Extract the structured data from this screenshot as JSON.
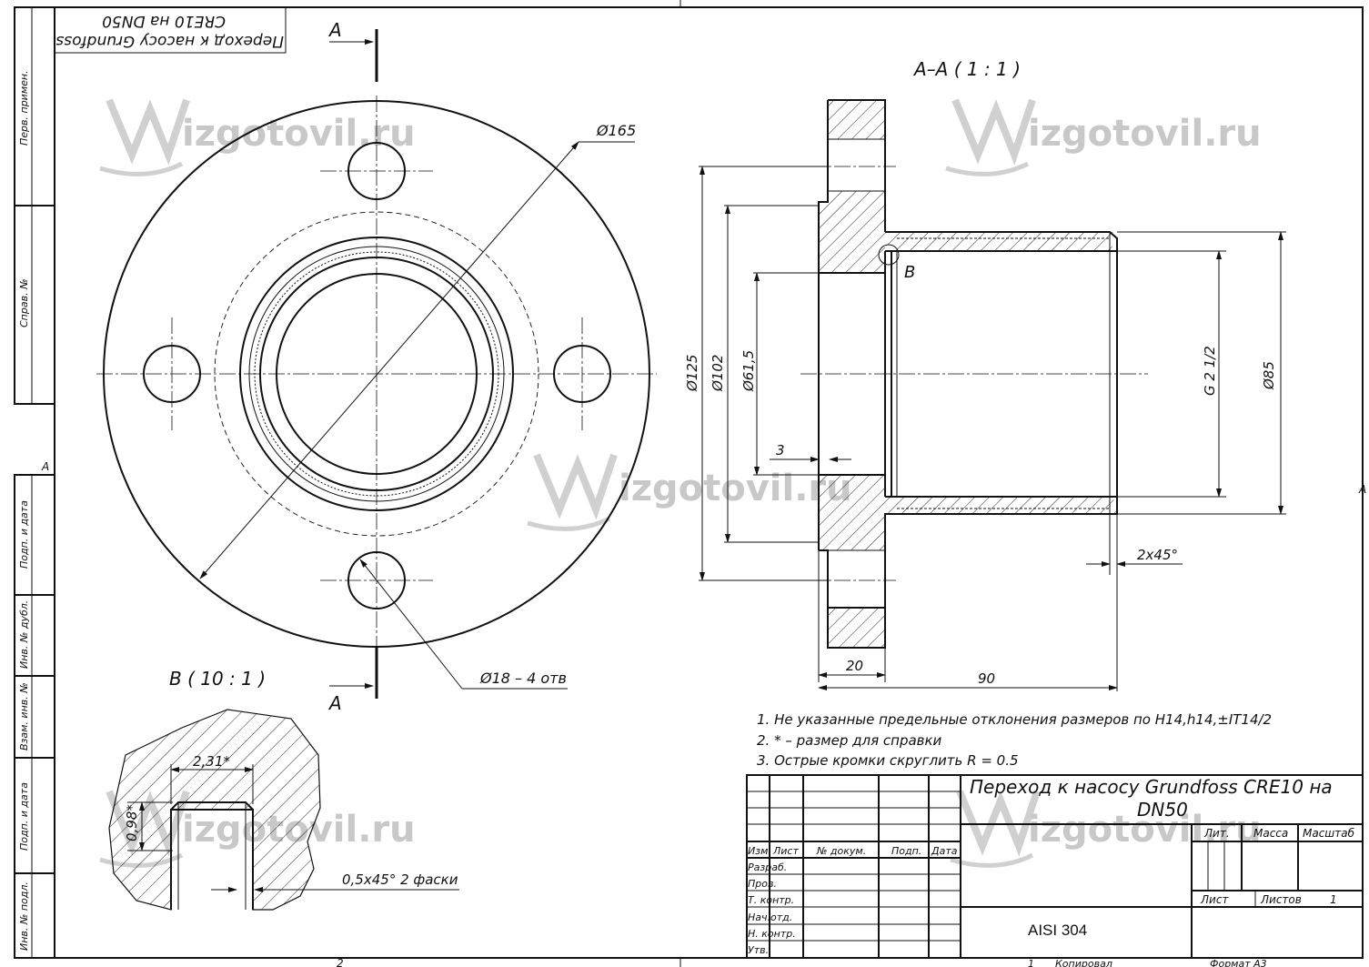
{
  "drawing": {
    "title_stamp": "Переход к насосу Grundfoss CRE10 на DN50",
    "title_stamp_line1": "Переход к насосу Grundfoss",
    "title_stamp_line2": "CRE10 на DN50",
    "section_label": "A–A ( 1 : 1 )",
    "detail_label": "B ( 10 : 1 )",
    "cut_marker_top": "A",
    "cut_marker_bottom": "A",
    "detail_marker": "B",
    "frame_letter_left": "A",
    "frame_letter_right": "A",
    "frame_number_bottom_left": "2",
    "frame_number_bottom_right": "1"
  },
  "watermark": {
    "text": "izgotovil.ru"
  },
  "side_stamps": [
    "Перв. примен.",
    "Справ. №",
    "Подп. и дата",
    "Инв. № дубл.",
    "Взам. инв. №",
    "Подп. и дата",
    "Инв. № подл."
  ],
  "dimensions": {
    "front": {
      "d165": "Ø165",
      "d18": "Ø18 – 4 отв"
    },
    "section": {
      "d125": "Ø125",
      "d102": "Ø102",
      "d61_5": "Ø61,5",
      "g": "G 2 1/2",
      "d85": "Ø85",
      "three": "3",
      "chamfer": "2x45°",
      "twenty": "20",
      "ninety": "90"
    },
    "detail": {
      "width": "2,31*",
      "depth": "0,98*",
      "chamfers": "0,5x45° 2 фаски"
    }
  },
  "notes": [
    "1. Не указанные предельные отклонения размеров по H14,h14,±IT14/2",
    "2. * – размер для справки",
    "3. Острые кромки скруглить R = 0.5"
  ],
  "title_block": {
    "name_line1": "Переход к насосу Grundfoss CRE10 на",
    "name_line2": "DN50",
    "headers": {
      "izm": "Изм.",
      "list": "Лист",
      "doc": "№ докум.",
      "sign": "Подп.",
      "date": "Дата"
    },
    "rows": [
      "Разраб.",
      "Пров.",
      "Т. контр.",
      "Нач.отд.",
      "Н. контр.",
      "Утв."
    ],
    "lit": "Лит.",
    "massa": "Масса",
    "scale": "Масштаб",
    "sheet": "Лист",
    "sheets": "Листов",
    "sheets_value": "1",
    "material": "AISI 304",
    "copied": "Копировал",
    "format": "Формат А3"
  },
  "colors": {
    "line": "#111111",
    "watermark": "#c8c8c8",
    "background": "#ffffff"
  }
}
